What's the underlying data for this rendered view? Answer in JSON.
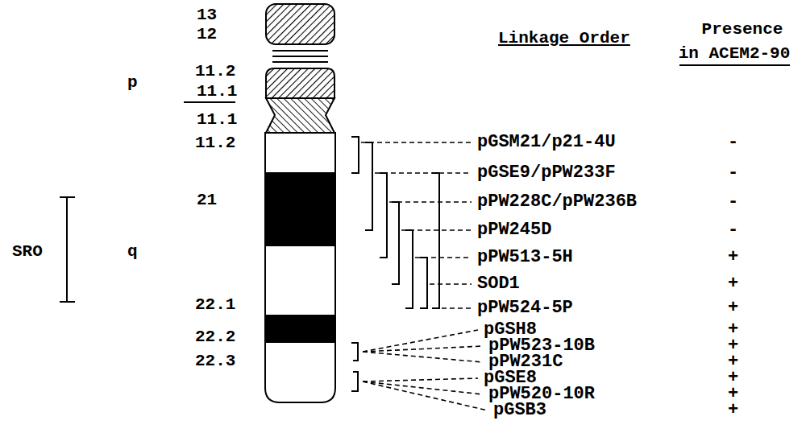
{
  "diagram": {
    "labels": [
      "13",
      "12",
      "p",
      "11.2",
      "11.1",
      "11.1",
      "11.2",
      "21",
      "SRO",
      "q",
      "22.1",
      "22.2",
      "22.3",
      "Linkage Order",
      "Presence in ACEM2-90",
      "pGSM21/p21-4U",
      "pGSE9/pPW233F",
      "pPW228C/pPW236B",
      "pPW245D",
      "pPW513-5H",
      "SOD1",
      "pPW524-5P",
      "pGSH8",
      "pPW523-10B",
      "pPW231C",
      "pGSE8",
      "pPW520-10R",
      "pGSB3",
      "-",
      "-",
      "-",
      "-",
      "+",
      "+",
      "+",
      "+",
      "+",
      "+",
      "+",
      "+",
      "+"
    ]
  }
}
